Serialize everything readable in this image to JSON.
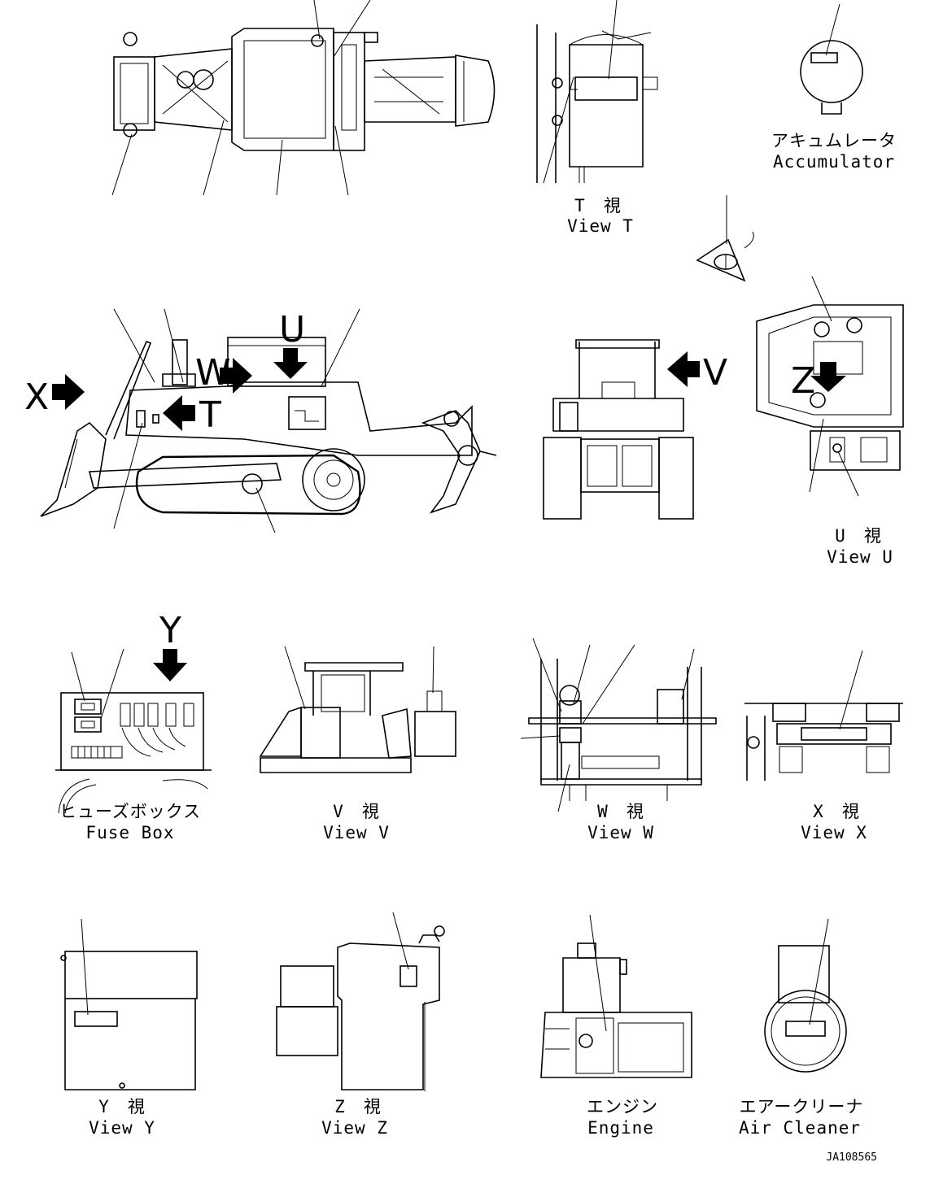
{
  "views": {
    "view_t": {
      "jp": "T　視",
      "en": "View T"
    },
    "accumulator": {
      "jp": "アキュムレータ",
      "en": "Accumulator"
    },
    "view_u": {
      "jp": "U　視",
      "en": "View U"
    },
    "fuse_box": {
      "jp": "ヒューズボックス",
      "en": "Fuse Box"
    },
    "view_v": {
      "jp": "V　視",
      "en": "View V"
    },
    "view_w": {
      "jp": "W　視",
      "en": "View W"
    },
    "view_x": {
      "jp": "X　視",
      "en": "View X"
    },
    "view_y": {
      "jp": "Y　視",
      "en": "View Y"
    },
    "view_z": {
      "jp": "Z　視",
      "en": "View Z"
    },
    "engine": {
      "jp": "エンジン",
      "en": "Engine"
    },
    "air_cleaner": {
      "jp": "エアークリーナ",
      "en": "Air Cleaner"
    }
  },
  "arrow_letters": {
    "x": "X",
    "w": "W",
    "u": "U",
    "t": "T",
    "v": "V",
    "z": "Z",
    "y": "Y"
  },
  "drawing_number": "JA108565"
}
